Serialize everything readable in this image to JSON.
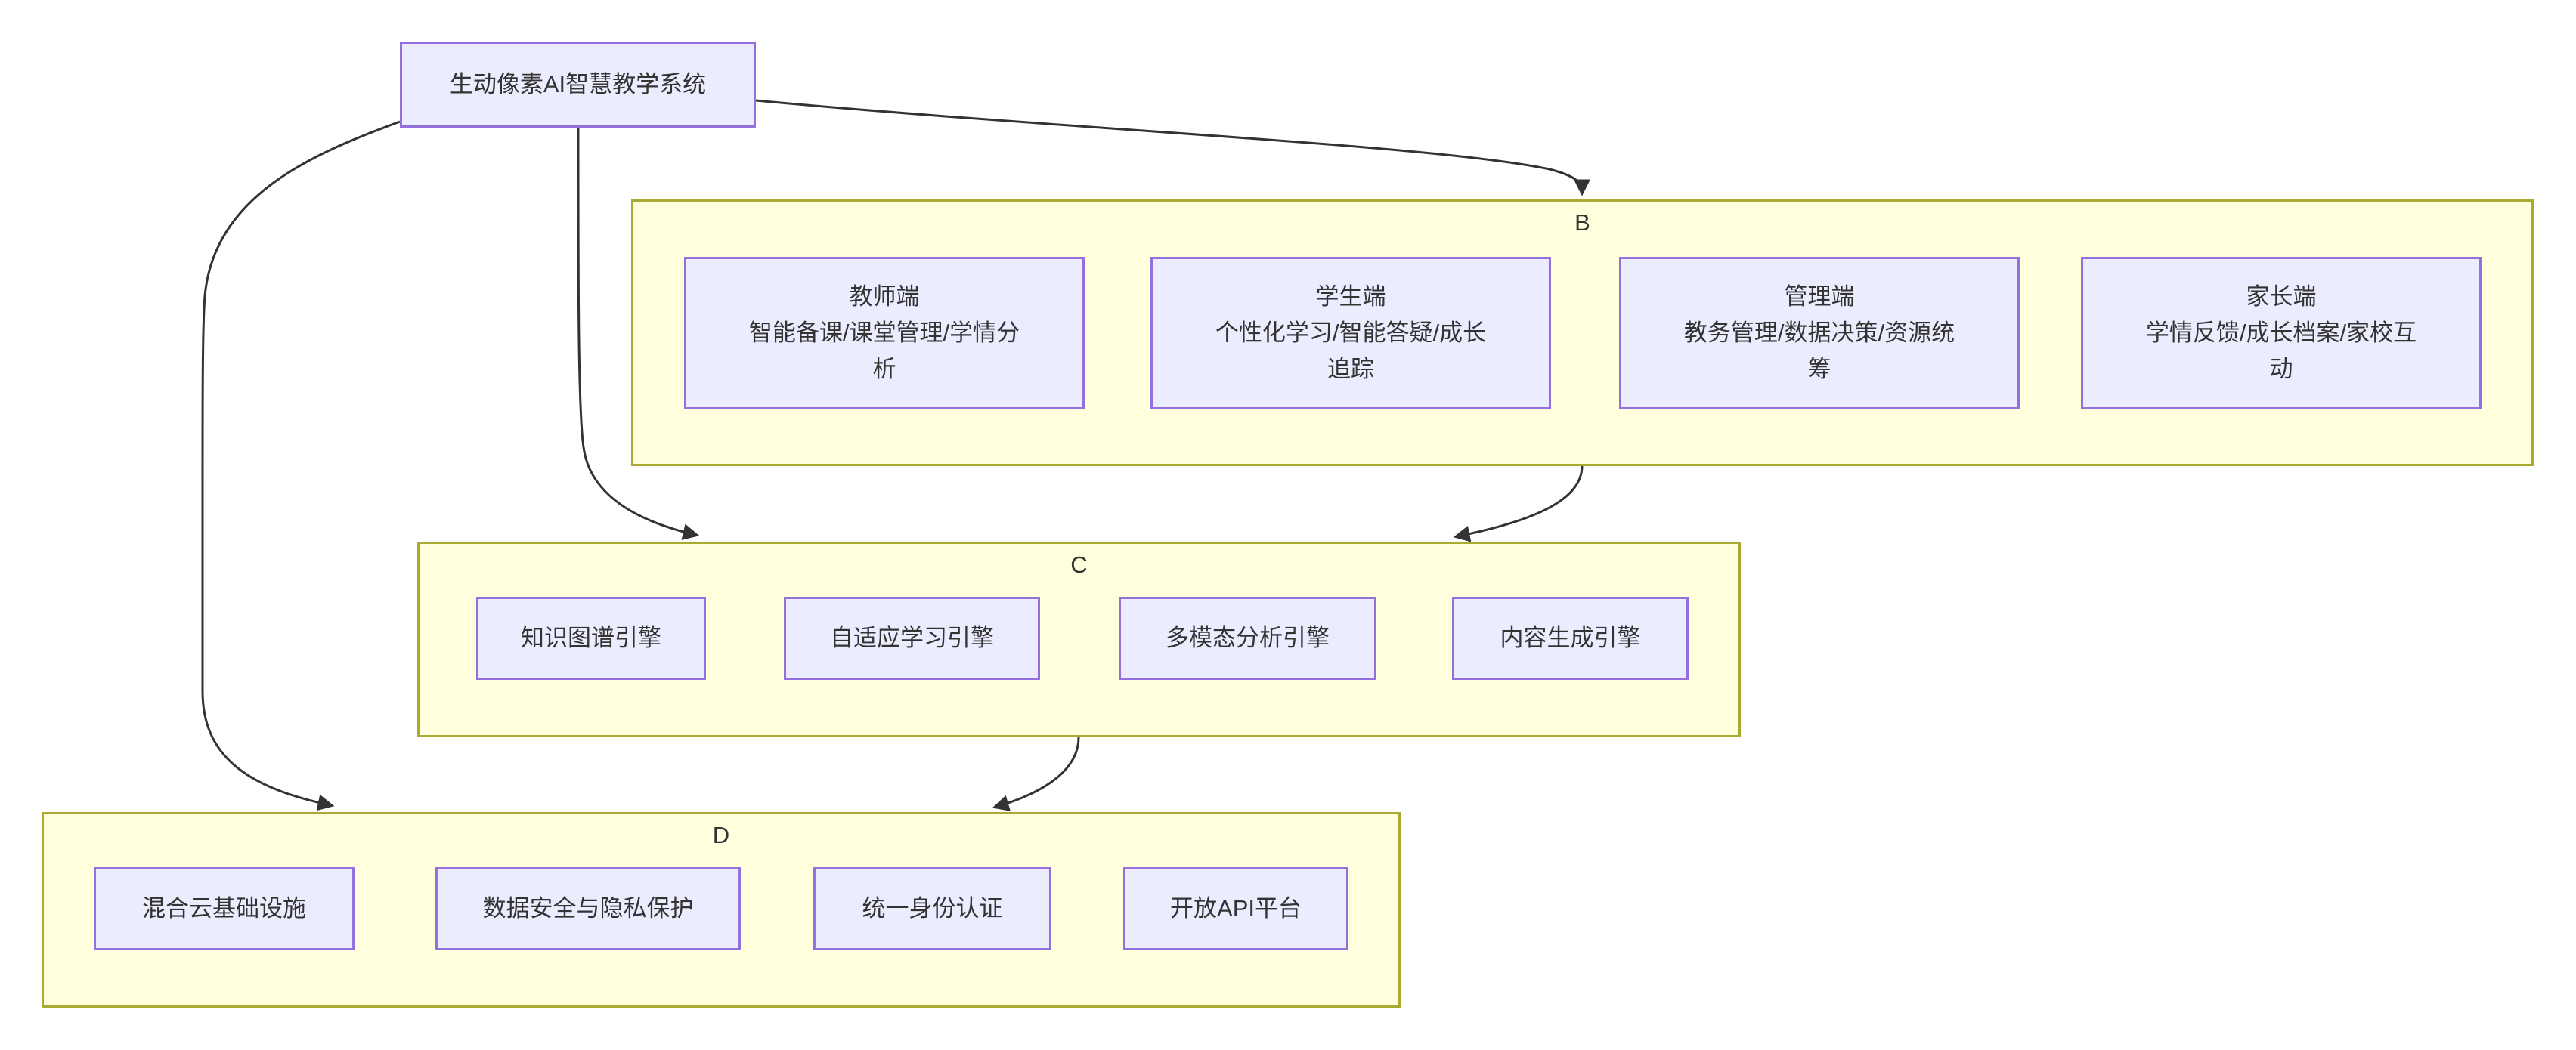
{
  "diagram": {
    "type": "flowchart",
    "colors": {
      "node_fill": "#ECECFF",
      "node_border": "#9370DB",
      "cluster_fill": "#FFFFDE",
      "cluster_border": "#AAAA33",
      "edge": "#333333",
      "text": "#333333"
    },
    "root": {
      "label": "生动像素AI智慧教学系统"
    },
    "clusters": {
      "b": {
        "label": "B",
        "nodes": {
          "teacher": {
            "label": "教师端\n智能备课/课堂管理/学情分\n析"
          },
          "student": {
            "label": "学生端\n个性化学习/智能答疑/成长\n追踪"
          },
          "admin": {
            "label": "管理端\n教务管理/数据决策/资源统\n筹"
          },
          "parent": {
            "label": "家长端\n学情反馈/成长档案/家校互\n动"
          }
        }
      },
      "c": {
        "label": "C",
        "nodes": {
          "knowledge_graph": {
            "label": "知识图谱引擎"
          },
          "adaptive_learning": {
            "label": "自适应学习引擎"
          },
          "multimodal_analysis": {
            "label": "多模态分析引擎"
          },
          "content_generation": {
            "label": "内容生成引擎"
          }
        }
      },
      "d": {
        "label": "D",
        "nodes": {
          "hybrid_cloud": {
            "label": "混合云基础设施"
          },
          "data_security": {
            "label": "数据安全与隐私保护"
          },
          "identity_auth": {
            "label": "统一身份认证"
          },
          "open_api": {
            "label": "开放API平台"
          }
        }
      }
    },
    "edges": [
      {
        "from": "root",
        "to": "B"
      },
      {
        "from": "root",
        "to": "C"
      },
      {
        "from": "root",
        "to": "D"
      },
      {
        "from": "B",
        "to": "C"
      },
      {
        "from": "C",
        "to": "D"
      }
    ]
  }
}
